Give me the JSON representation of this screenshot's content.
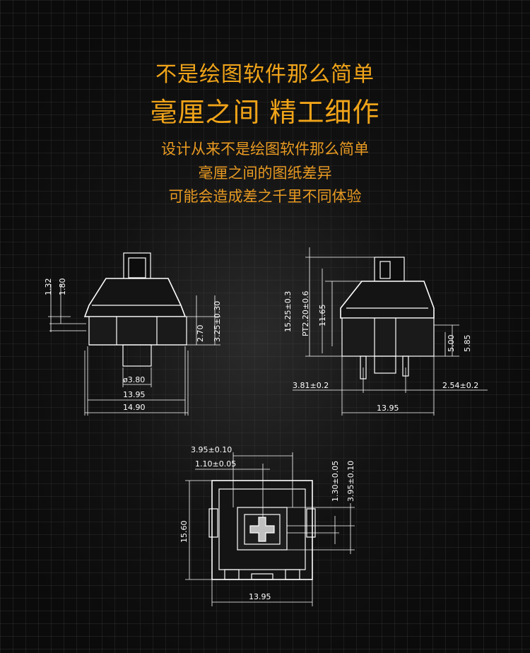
{
  "headings": {
    "line1": "不是绘图软件那么简单",
    "line2": "毫厘之间 精工细作"
  },
  "paragraph": {
    "line1": "设计从来不是绘图软件那么简单",
    "line2": "毫厘之间的图纸差异",
    "line3": "可能会造成差之千里不同体验"
  },
  "colors": {
    "accent": "#f0a419",
    "text_accent": "#e89a22",
    "background": "#0b0b0b",
    "line": "#ffffff"
  },
  "front_view": {
    "dims": {
      "top_a": "1.32",
      "top_b": "1.80",
      "h_a": "2.70",
      "h_b": "3.25±0.30",
      "dia": "ø3.80",
      "w_inner": "13.95",
      "w_outer": "14.90"
    }
  },
  "side_view": {
    "dims": {
      "total_h": "15.25±0.3",
      "pt": "PT2.20±0.6",
      "body_h": "11.65",
      "pin_a": "5.00",
      "pin_b": "5.85",
      "left_off": "3.81±0.2",
      "right_off": "2.54±0.2",
      "width": "13.95"
    }
  },
  "top_view": {
    "dims": {
      "stem_w": "3.95±0.10",
      "cross_w": "1.10±0.05",
      "cross_h": "1.30±0.05",
      "stem_h": "3.95±0.10",
      "height": "15.60",
      "width": "13.95"
    }
  }
}
